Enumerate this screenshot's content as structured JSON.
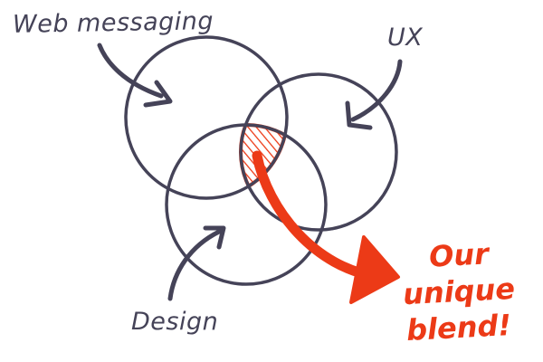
{
  "labels": {
    "web_messaging": "Web messaging",
    "ux": "UX",
    "design": "Design"
  },
  "callout": {
    "line1": "Our",
    "line2": "unique",
    "line3": "blend!"
  },
  "colors": {
    "ink": "#454358",
    "accent": "#ec3a17",
    "background": "#ffffff"
  }
}
